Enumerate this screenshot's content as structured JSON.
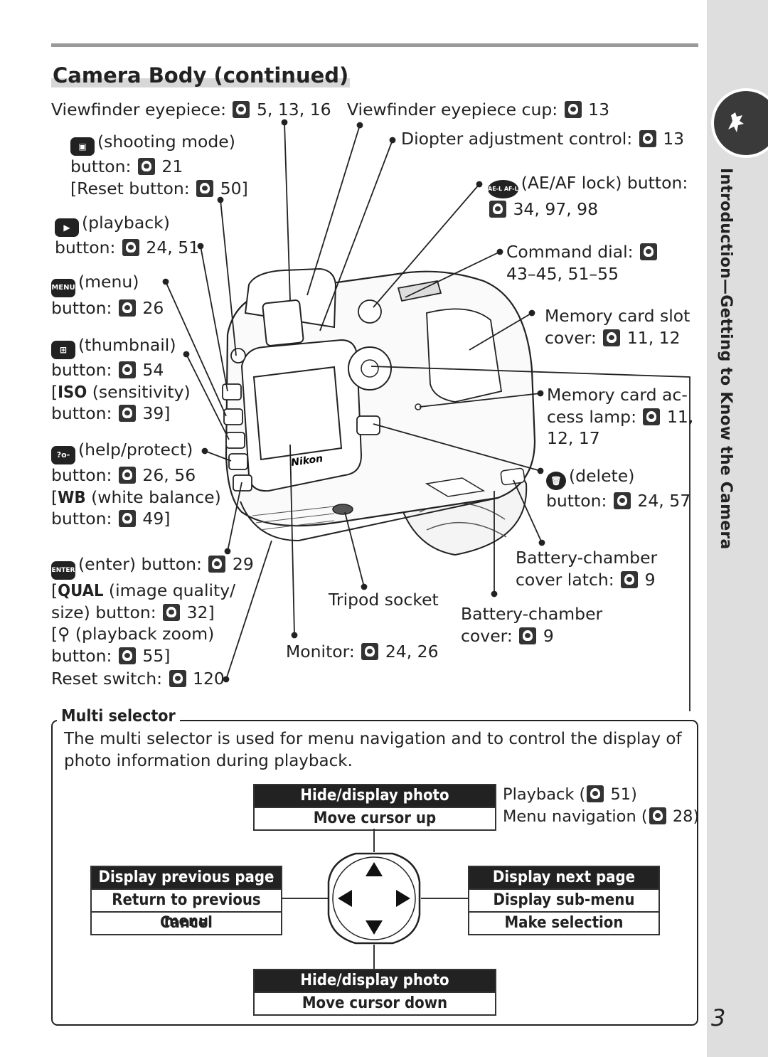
{
  "page": {
    "title": "Camera Body (continued)",
    "side_tab": "Introduction—Getting to Know the Camera",
    "side_icon": "rooster-icon",
    "page_number": "3"
  },
  "callouts": {
    "viewfinder_eyepiece": "Viewfinder eyepiece:",
    "viewfinder_eyepiece_pages": "5, 13, 16",
    "eyepiece_cup": "Viewfinder eyepiece cup:",
    "eyepiece_cup_pages": "13",
    "diopter": "Diopter adjustment control:",
    "diopter_pages": "13",
    "shooting_mode": "(shooting mode)",
    "shooting_button": "button:",
    "shooting_pages": "21",
    "reset_button": "[Reset button:",
    "reset_button_pages": "50]",
    "ae_af": "(AE/AF lock) button:",
    "ae_af_pages": "34, 97, 98",
    "playback": "(playback)",
    "playback_button": "button:",
    "playback_pages": "24, 51",
    "command_dial": "Command dial:",
    "command_dial_pages": "43–45, 51–55",
    "menu": "(menu)",
    "menu_button": "button:",
    "menu_pages": "26",
    "memory_slot": "Memory card slot",
    "memory_slot_cover": "cover:",
    "memory_slot_pages": "11, 12",
    "thumbnail": "(thumbnail)",
    "thumbnail_button": "button:",
    "thumbnail_pages": "54",
    "iso_open": "[",
    "iso_abbr": "ISO",
    "iso_text": "(sensitivity)",
    "iso_button": "button:",
    "iso_pages": "39]",
    "access_lamp_1": "Memory card ac-",
    "access_lamp_2": "cess lamp:",
    "access_lamp_pages_1": "11,",
    "access_lamp_pages_2": "12, 17",
    "help": "(help/protect)",
    "help_button": "button:",
    "help_pages": "26, 56",
    "wb_open": "[",
    "wb_abbr": "WB",
    "wb_text": "(white balance)",
    "wb_button": "button:",
    "wb_pages": "49]",
    "delete": "(delete)",
    "delete_button": "button:",
    "delete_pages": "24, 57",
    "enter": "(enter) button:",
    "enter_pages": "29",
    "qual_open": "[",
    "qual_abbr": "QUAL",
    "qual_text": "(image quality/",
    "qual_text2": "size) button:",
    "qual_pages": "32]",
    "zoom_open": "[",
    "zoom_glyph": "⚲",
    "zoom_text": "(playback zoom)",
    "zoom_button": "button:",
    "zoom_pages": "55]",
    "reset_switch": "Reset switch:",
    "reset_switch_pages": "120",
    "battery_latch_1": "Battery-chamber",
    "battery_latch_2": "cover latch:",
    "battery_latch_pages": "9",
    "tripod": "Tripod socket",
    "battery_cover_1": "Battery-chamber",
    "battery_cover_2": "cover:",
    "battery_cover_pages": "9",
    "monitor": "Monitor:",
    "monitor_pages": "24, 26"
  },
  "icons": {
    "shooting": "▣",
    "playback": "▶",
    "menu": "MENU",
    "thumbnail": "⊞",
    "help": "?o-",
    "enter": "ENTER",
    "ae_af": "AE-L AF-L",
    "delete": "🗑"
  },
  "camera": {
    "brand": "Nikon"
  },
  "multi_selector": {
    "heading": "Multi selector",
    "description": "The multi selector is used for menu navigation and to control the display of photo information during playback.",
    "up": {
      "line1": "Hide/display photo information",
      "line2": "Move cursor up"
    },
    "up_side": {
      "playback": "Playback (",
      "playback_page": "51)",
      "menu": "Menu navigation (",
      "menu_page": "28)"
    },
    "left": {
      "line1": "Display previous page",
      "line2": "Return to previous menu",
      "line3": "Cancel"
    },
    "right": {
      "line1": "Display next page",
      "line2": "Display sub-menu",
      "line3": "Make selection"
    },
    "down": {
      "line1": "Hide/display photo information",
      "line2": "Move cursor down"
    }
  }
}
